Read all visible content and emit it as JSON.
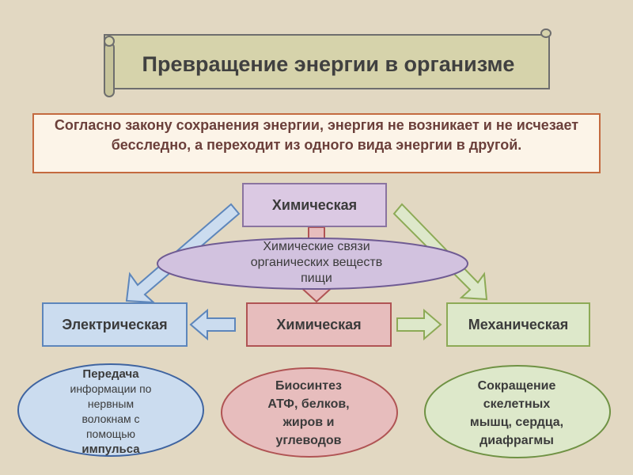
{
  "title": "Превращение энергии в организме",
  "law_text": "Согласно закону сохранения энергии, энергия не возникает и не исчезает бесследно, а переходит из одного вида энергии в другой.",
  "boxes": {
    "chemical_top": "Химическая",
    "electric": "Электрическая",
    "chemical_middle": "Химическая",
    "mechanical": "Механическая"
  },
  "bonds_ellipse": {
    "line1": "Химические связи",
    "line2": "органических веществ",
    "line3": "пищи"
  },
  "nerve_ellipse": {
    "line1": "Передача",
    "line2": "информации по",
    "line3": "нервным",
    "line4": "волокнам с",
    "line5": "помощью",
    "line6": "импульса"
  },
  "biosynthesis_ellipse": {
    "line1": "Биосинтез",
    "line2": "АТФ, белков,",
    "line3": "жиров и",
    "line4": "углеводов"
  },
  "muscle_ellipse": {
    "line1": "Сокращение",
    "line2": "скелетных",
    "line3": "мышц, сердца,",
    "line4": "диафрагмы"
  },
  "colors": {
    "background": "#e2d8c2",
    "scroll": "#d6d3ab",
    "law_border": "#c46a3f",
    "law_text": "#6b3f3a",
    "purple": "#dbc9e3",
    "blue": "#cbdcef",
    "red": "#e7bdbd",
    "green": "#dde8ca"
  }
}
